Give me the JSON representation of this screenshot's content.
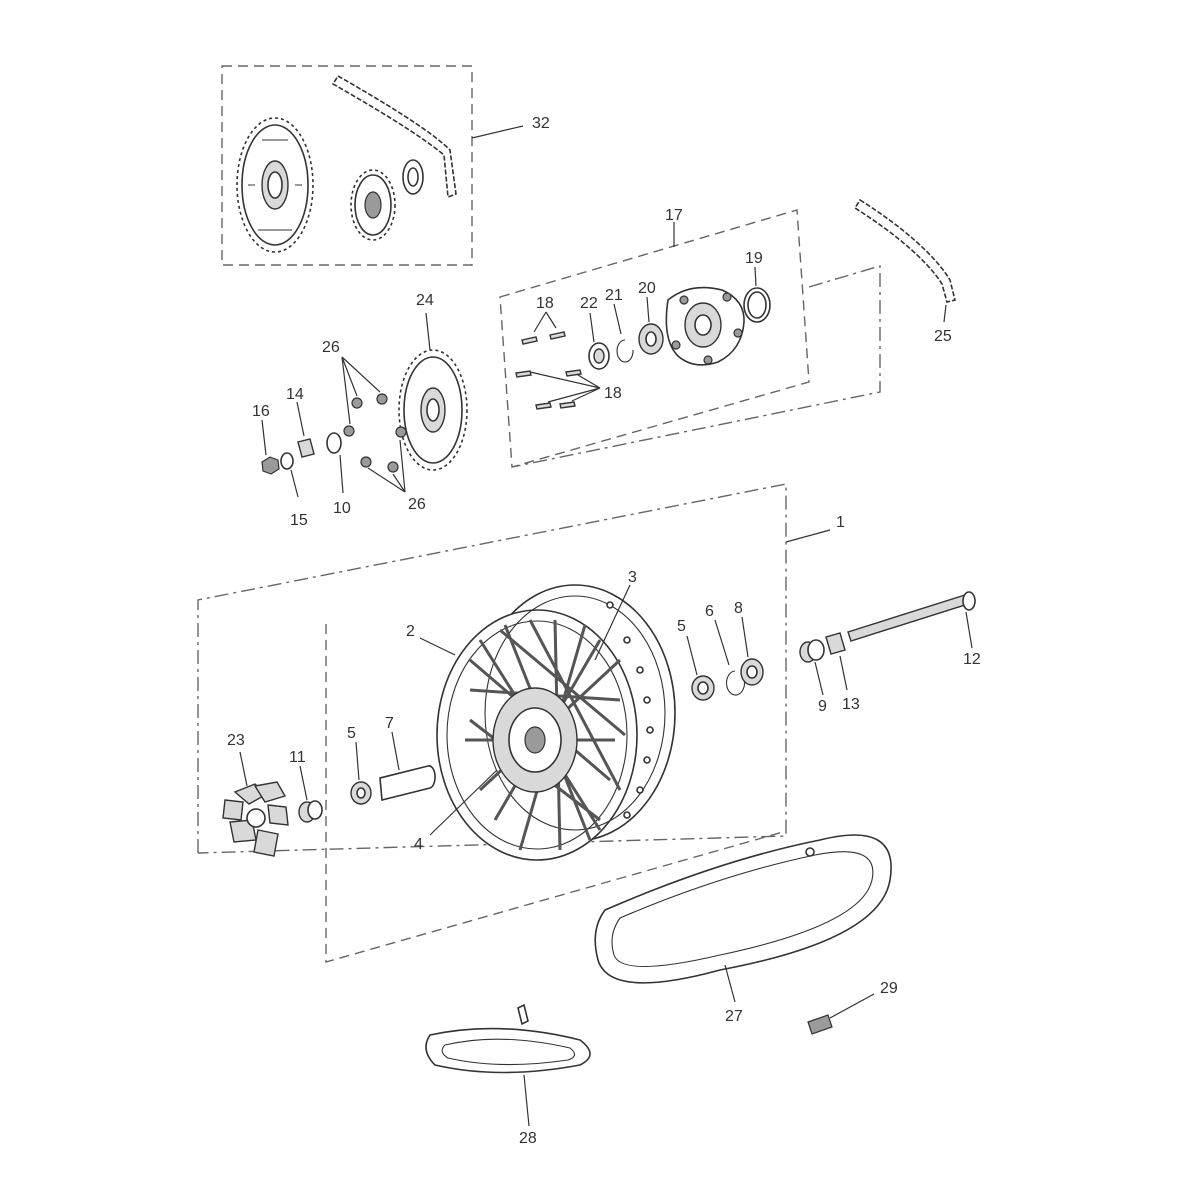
{
  "diagram": {
    "callouts": {
      "c1": "1",
      "c2": "2",
      "c3": "3",
      "c4": "4",
      "c5a": "5",
      "c5b": "5",
      "c6": "6",
      "c7": "7",
      "c8": "8",
      "c9": "9",
      "c10": "10",
      "c11": "11",
      "c12": "12",
      "c13": "13",
      "c14": "14",
      "c15": "15",
      "c16": "16",
      "c17": "17",
      "c18a": "18",
      "c18b": "18",
      "c19": "19",
      "c20": "20",
      "c21": "21",
      "c22": "22",
      "c23": "23",
      "c24": "24",
      "c25": "25",
      "c26a": "26",
      "c26b": "26",
      "c27": "27",
      "c28": "28",
      "c29": "29",
      "c32": "32"
    },
    "parts": [
      "rear-sprocket",
      "front-sprocket",
      "drive-chain",
      "sprocket-carrier",
      "carrier-bearing",
      "circlip",
      "spacer",
      "sprocket-nut",
      "washer",
      "spoked-wheel",
      "wheel-bearing",
      "bearing-spacer",
      "axle",
      "chain-adjuster",
      "cush-drive-rubbers",
      "tyre",
      "inner-tube",
      "rim-tape",
      "valve-cap"
    ]
  }
}
